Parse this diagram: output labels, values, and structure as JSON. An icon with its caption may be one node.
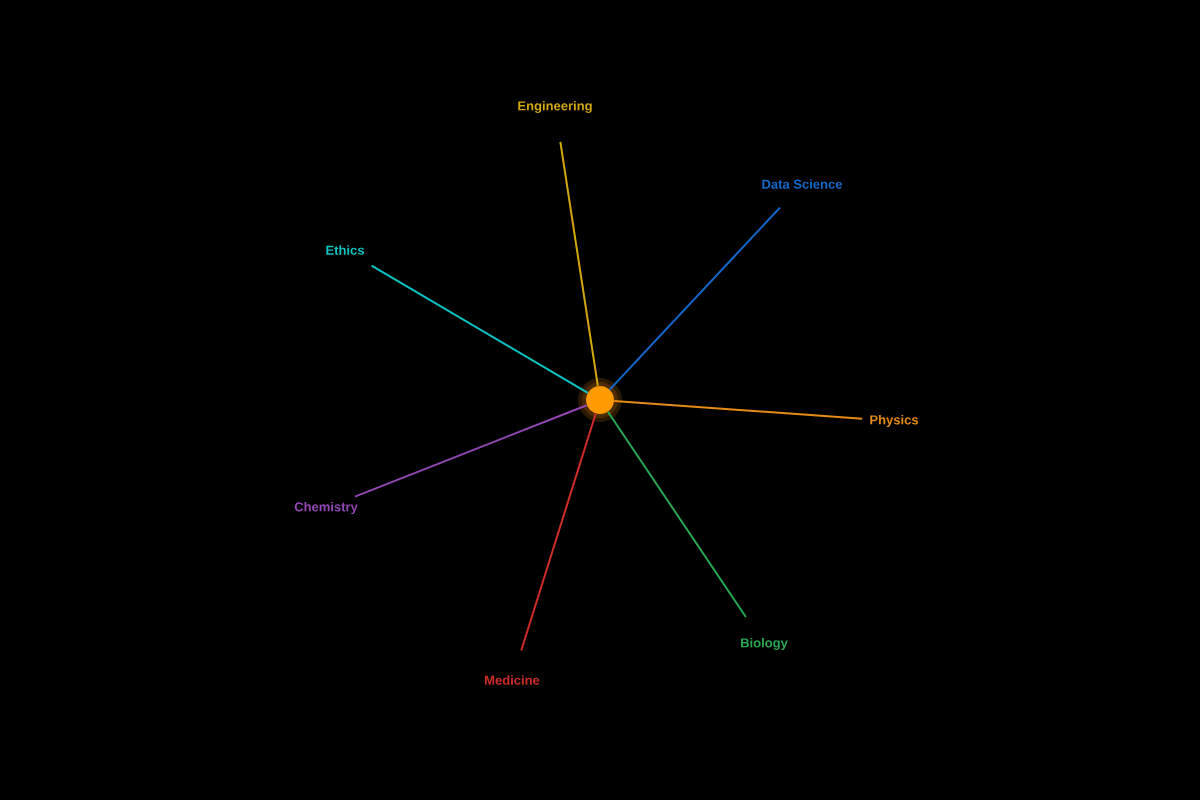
{
  "diagram": {
    "nodes": [
      {
        "text": [],
        "shape": "circle"
      },
      {
        "text": [
          "Engineering"
        ]
      },
      {
        "text": [
          "Data Science"
        ]
      },
      {
        "text": [
          "Ethics"
        ]
      },
      {
        "text": [
          "Physics"
        ]
      },
      {
        "text": [
          "Chemistry"
        ]
      },
      {
        "text": [
          "Biology"
        ]
      },
      {
        "text": [
          "Medicine"
        ]
      }
    ],
    "edges": [
      {
        "from": 0,
        "to": 1,
        "arrow": "none",
        "color": "#d1a80e"
      },
      {
        "from": 0,
        "to": 2,
        "arrow": "none",
        "color": "#1469cc"
      },
      {
        "from": 0,
        "to": 3,
        "arrow": "none",
        "color": "#0cc4c4"
      },
      {
        "from": 0,
        "to": 4,
        "arrow": "none",
        "color": "#e58b16"
      },
      {
        "from": 0,
        "to": 5,
        "arrow": "none",
        "color": "#9346b4"
      },
      {
        "from": 0,
        "to": 6,
        "arrow": "none",
        "color": "#28a852"
      },
      {
        "from": 0,
        "to": 7,
        "arrow": "none",
        "color": "#d02c28"
      }
    ]
  }
}
